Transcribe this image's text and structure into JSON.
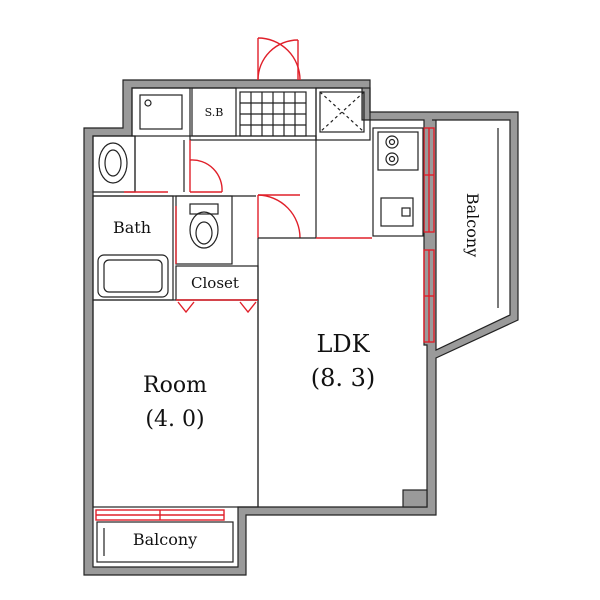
{
  "labels": {
    "ldk": "LDK",
    "ldk_size": "(8. 3)",
    "room": "Room",
    "room_size": "(4. 0)",
    "bath": "Bath",
    "closet": "Closet",
    "sb": "S.B",
    "balcony_bottom": "Balcony",
    "balcony_right": "Balcony"
  }
}
